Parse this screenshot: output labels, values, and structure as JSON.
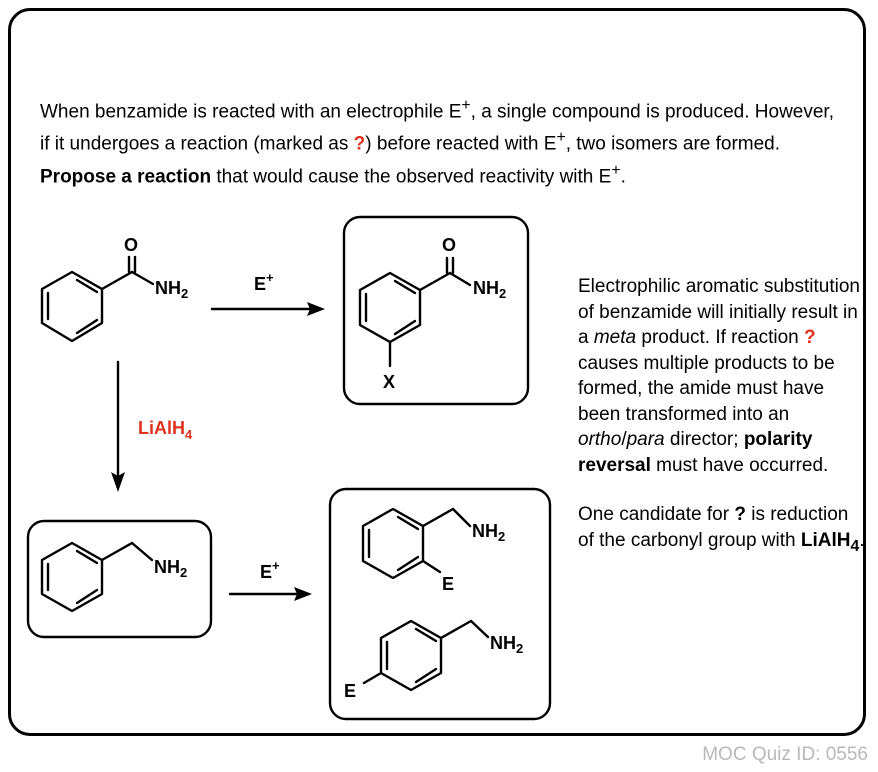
{
  "intro": {
    "part1": "When benzamide is reacted with an electrophile E",
    "sup1": "+",
    "part2": ", a single compound is produced. However, if it undergoes a reaction (marked as ",
    "q": "?",
    "part3": ") before reacted with E",
    "sup2": "+",
    "part4": ", two isomers are formed. ",
    "bold": "Propose a reaction",
    "part5": " that would cause the observed reactivity with E",
    "sup3": "+",
    "part6": "."
  },
  "scheme": {
    "reagent_e": "E",
    "reagent_e_sup": "+",
    "reagent_lialh": "LiAlH",
    "reagent_lialh_sub": "4",
    "atom_o": "O",
    "atom_nh": "NH",
    "atom_nh_sub": "2",
    "atom_x": "X",
    "atom_e": "E"
  },
  "explanation": {
    "p1_a": "Electrophilic aromatic substitution of benzamide will initially result in a ",
    "p1_meta": "meta",
    "p1_b": " product. If reaction ",
    "p1_q": "?",
    "p1_c": " causes multiple products to be formed, the amide must have been transformed into an ",
    "p1_ortho": "ortho",
    "p1_slash": "/",
    "p1_para": "para",
    "p1_d": " director; ",
    "p1_bold": "polarity reversal",
    "p1_e": " must have occurred.",
    "p2_a": "One candidate for ",
    "p2_q": "?",
    "p2_b": " is reduction of the carbonyl group with ",
    "p2_bold": "LiAlH",
    "p2_sub": "4",
    "p2_end": "."
  },
  "footer": "MOC Quiz ID: 0556",
  "colors": {
    "red": "#e0321e",
    "footer": "#b8b8b8"
  }
}
